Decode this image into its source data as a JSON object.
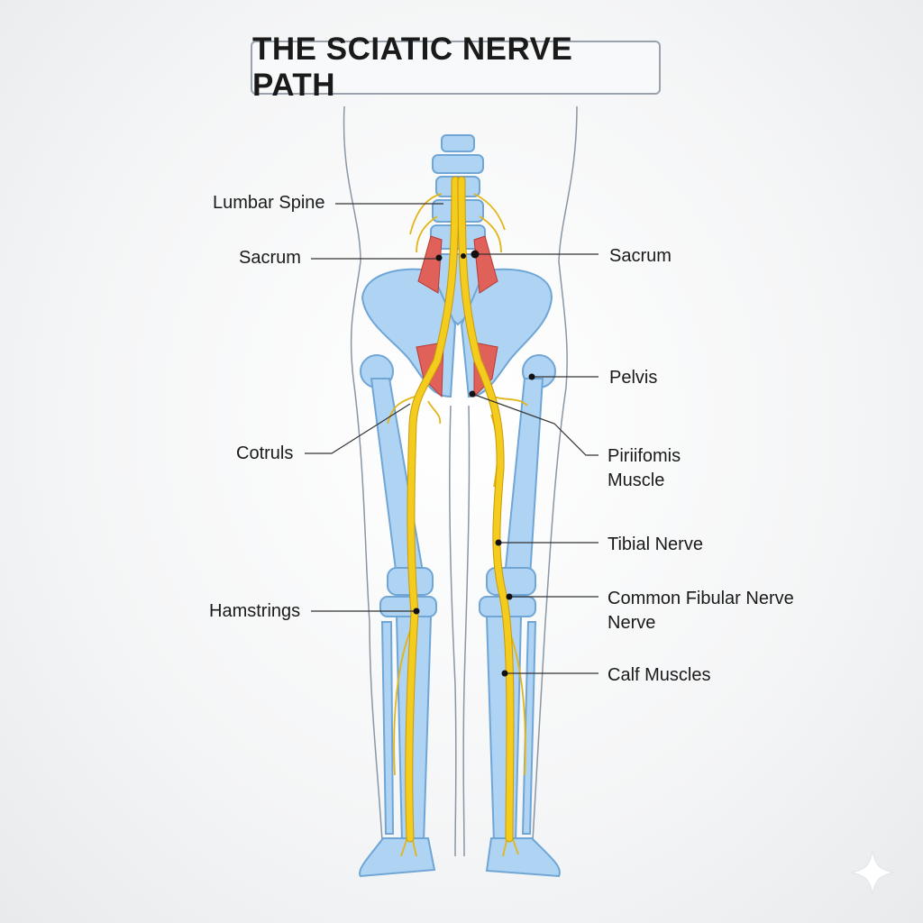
{
  "title": "THE SCIATIC NERVE PATH",
  "labels": {
    "lumbar_spine": "Lumbar Spine",
    "sacrum_left": "Sacrum",
    "sacrum_right": "Sacrum",
    "pelvis": "Pelvis",
    "cotruls": "Cotruls",
    "piriformis_line1": "Piriifomis",
    "piriformis_line2": "Muscle",
    "tibial_nerve": "Tibial Nerve",
    "common_fibular_line1": "Common Fibular Nerve",
    "common_fibular_line2": "Nerve",
    "hamstrings": "Hamstrings",
    "calf_muscles": "Calf Muscles"
  },
  "colors": {
    "bone": "#aed3f3",
    "nerve": "#f4cc1e",
    "muscle": "#e0605a"
  }
}
